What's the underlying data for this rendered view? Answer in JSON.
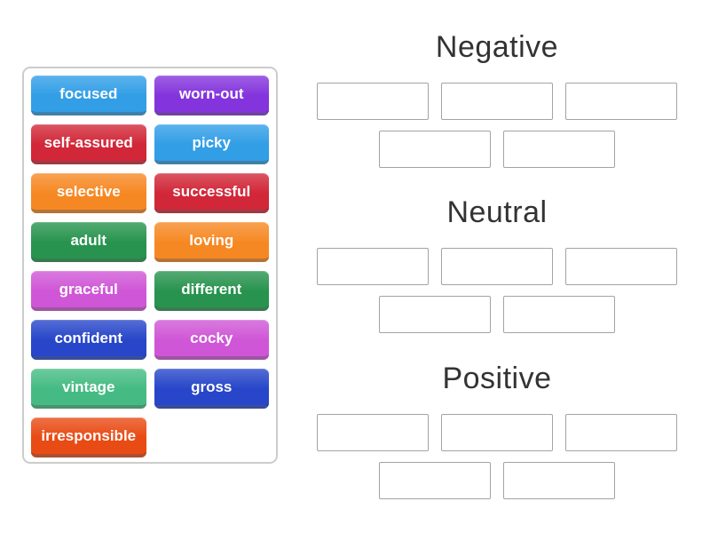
{
  "tiles": [
    {
      "label": "focused",
      "color": "#2D9CE6"
    },
    {
      "label": "worn-out",
      "color": "#8130DB"
    },
    {
      "label": "self-assured",
      "color": "#D02334"
    },
    {
      "label": "picky",
      "color": "#2D9CE6"
    },
    {
      "label": "selective",
      "color": "#F6861F"
    },
    {
      "label": "successful",
      "color": "#D02334"
    },
    {
      "label": "adult",
      "color": "#23914A"
    },
    {
      "label": "loving",
      "color": "#F6861F"
    },
    {
      "label": "graceful",
      "color": "#CE53D5"
    },
    {
      "label": "different",
      "color": "#23914A"
    },
    {
      "label": "confident",
      "color": "#2342C8"
    },
    {
      "label": "cocky",
      "color": "#CE53D5"
    },
    {
      "label": "vintage",
      "color": "#41BA81"
    },
    {
      "label": "gross",
      "color": "#2342C8"
    },
    {
      "label": "irresponsible",
      "color": "#E8470F"
    }
  ],
  "groups": [
    {
      "title": "Negative",
      "slot_count": 5
    },
    {
      "title": "Neutral",
      "slot_count": 5
    },
    {
      "title": "Positive",
      "slot_count": 5
    }
  ],
  "colors": {
    "heading_text": "#333333",
    "slot_border": "#a3a3a3",
    "panel_border": "#cccccc",
    "tile_text": "#ffffff"
  }
}
